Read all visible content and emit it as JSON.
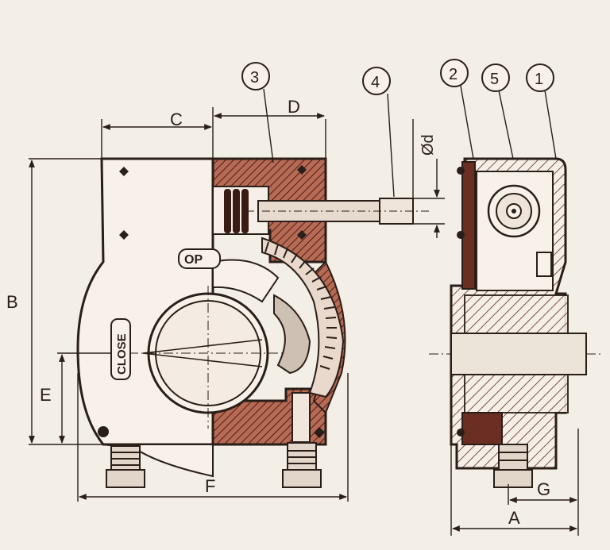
{
  "drawing": {
    "dimensions": {
      "A": "A",
      "B": "B",
      "C": "C",
      "D": "D",
      "E": "E",
      "F": "F",
      "G": "G",
      "od": "Ød"
    },
    "balloons": [
      "1",
      "2",
      "3",
      "4",
      "5"
    ],
    "labels": {
      "open": "OP",
      "close": "CLOSE"
    },
    "colors": {
      "paper": "#f3eee6",
      "ink": "#2a1e18",
      "section": "#8a3e2c",
      "hatch_dark": "#4a1e18"
    }
  }
}
